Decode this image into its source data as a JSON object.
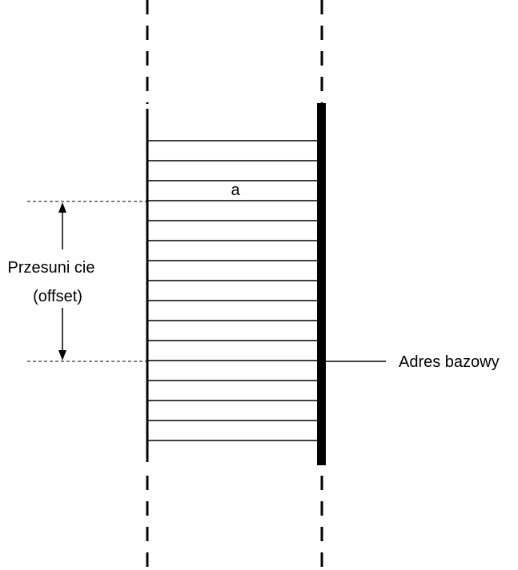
{
  "diagram": {
    "cell_label": "a",
    "offset_label_line1": "Przesuni cie",
    "offset_label_line2": "(offset)",
    "base_address_label": "Adres bazowy",
    "memory_cell_count": 16,
    "colors": {
      "stroke": "#000000",
      "background": "#ffffff"
    }
  }
}
